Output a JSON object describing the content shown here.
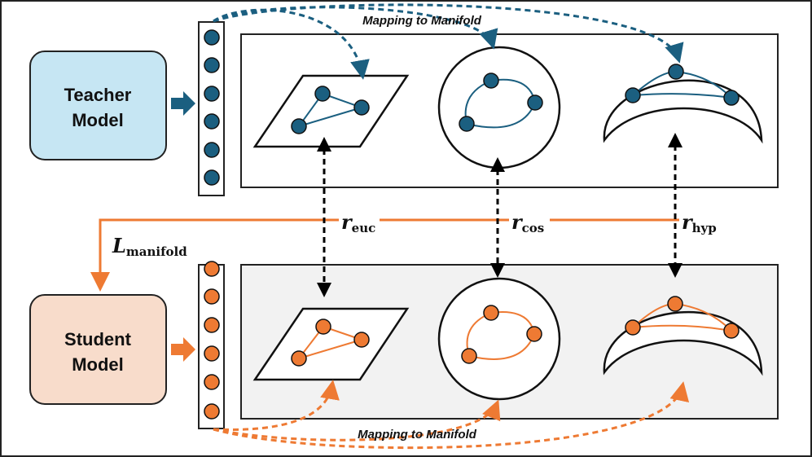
{
  "teacher": {
    "line1": "Teacher",
    "line2": "Model"
  },
  "student": {
    "line1": "Student",
    "line2": "Model"
  },
  "mapping_label_top": "Mapping to Manifold",
  "mapping_label_bottom": "Mapping to Manifold",
  "loss": {
    "symbol": "L",
    "subscript": "manifold"
  },
  "relations": [
    {
      "symbol": "r",
      "subscript": "euc"
    },
    {
      "symbol": "r",
      "subscript": "cos"
    },
    {
      "symbol": "r",
      "subscript": "hyp"
    }
  ],
  "colors": {
    "teacher_node": "#1b5f80",
    "student_node": "#ee7a33",
    "teacher_box": "#c6e6f3",
    "student_box": "#f8dccb",
    "student_panel": "#f2f2f2",
    "loss_line": "#ee7a33"
  }
}
